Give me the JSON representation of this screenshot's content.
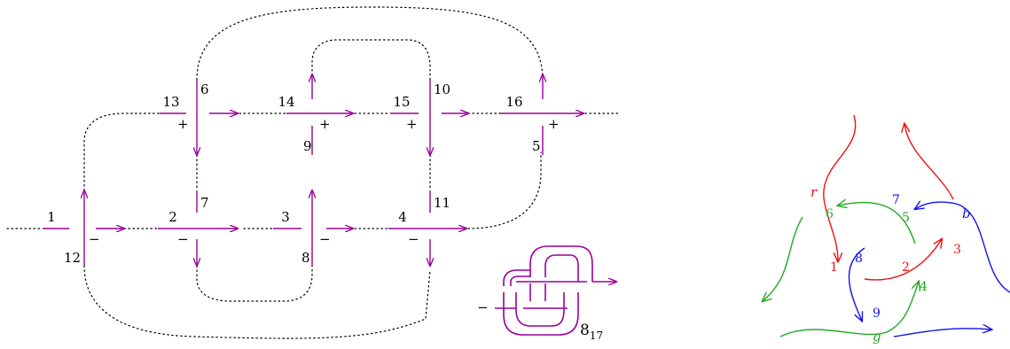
{
  "left_diagram": {
    "horizontal_labels": [
      "1",
      "2",
      "3",
      "4",
      "13",
      "14",
      "15",
      "16"
    ],
    "vertical_labels": [
      "12",
      "7",
      "8",
      "11",
      "6",
      "9",
      "10",
      "5"
    ],
    "signs": {
      "c1": "−",
      "c2": "−",
      "c3": "−",
      "c4": "−",
      "c13": "+",
      "c14": "+",
      "c15": "+",
      "c16": "+"
    },
    "knot_name": "8",
    "knot_subscript": "17",
    "knot_sign": "−"
  },
  "right_diagram": {
    "strand_labels": {
      "r": "r",
      "b": "b",
      "g": "g"
    },
    "numbers": {
      "n1": "1",
      "n2": "2",
      "n3": "3",
      "n4": "4",
      "n5": "5",
      "n6": "6",
      "n7": "7",
      "n8": "8",
      "n9": "9"
    },
    "colors": {
      "red": "#ee1111",
      "green": "#22aa22",
      "blue": "#1111ee",
      "purple": "#990099"
    }
  }
}
